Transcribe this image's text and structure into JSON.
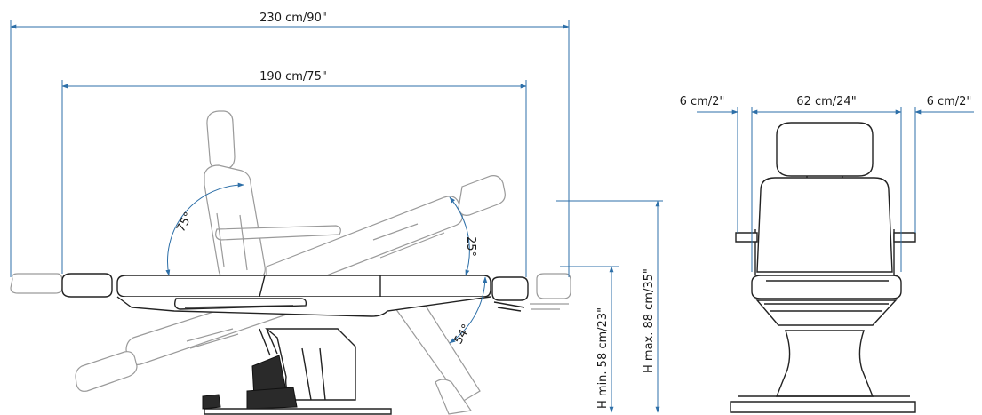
{
  "dimensions": {
    "total_length": "230 cm/90\"",
    "inner_length": "190 cm/75\"",
    "height_min": "H min. 58 cm/23\"",
    "height_max": "H max. 88 cm/35\"",
    "armrest_left": "6 cm/2\"",
    "seat_width": "62 cm/24\"",
    "armrest_right": "6 cm/2\""
  },
  "angles": {
    "backrest": "75°",
    "legrest_up": "25°",
    "legrest_down": "54°"
  },
  "colors": {
    "dimension_line": "#2d6fa8",
    "outline": "#222222",
    "ghost_outline": "#9a9a9a"
  }
}
